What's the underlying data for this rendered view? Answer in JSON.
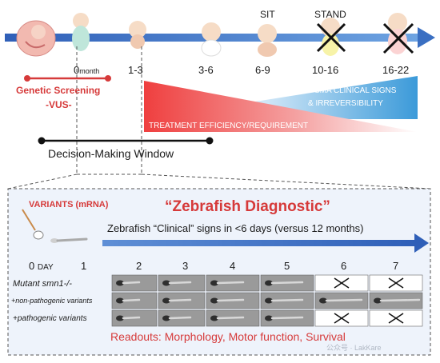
{
  "timeline": {
    "months": [
      "0",
      "1-3",
      "3-6",
      "6-9",
      "10-16",
      "16-22"
    ],
    "month_unit": "month",
    "milestones": {
      "sit": "SIT",
      "stand": "STAND"
    }
  },
  "left_panel": {
    "genetic_screening": "Genetic Screening",
    "vus": "-VUS-",
    "decision_window": "Decision-Making Window"
  },
  "wedges": {
    "clinical_line1": "SMA CLINICAL SIGNS",
    "clinical_line2": "& IRREVERSIBILITY",
    "treatment": "TREATMENT EFFICIENCY/REQUIREMENT"
  },
  "box": {
    "variants": "VARIANTS (mRNA)",
    "title": "“Zebrafish Diagnostic”",
    "subtitle": "Zebrafish “Clinical” signs in <6 days (versus 12 months)",
    "day_unit": "DAY",
    "days": [
      "0",
      "1",
      "2",
      "3",
      "4",
      "5",
      "6",
      "7"
    ],
    "rows": [
      "Mutant smn1-/-",
      "+non-pathogenic variants",
      "+pathogenic variants"
    ],
    "readouts": "Readouts: Morphology, Motor function, Survival"
  },
  "colors": {
    "timeline": "#3a6fc2",
    "red": "#d63a3a",
    "clinical_blue": "#56a8e0",
    "treatment_red": "#ef4b4b"
  },
  "watermark": "公众号 · LakKare"
}
